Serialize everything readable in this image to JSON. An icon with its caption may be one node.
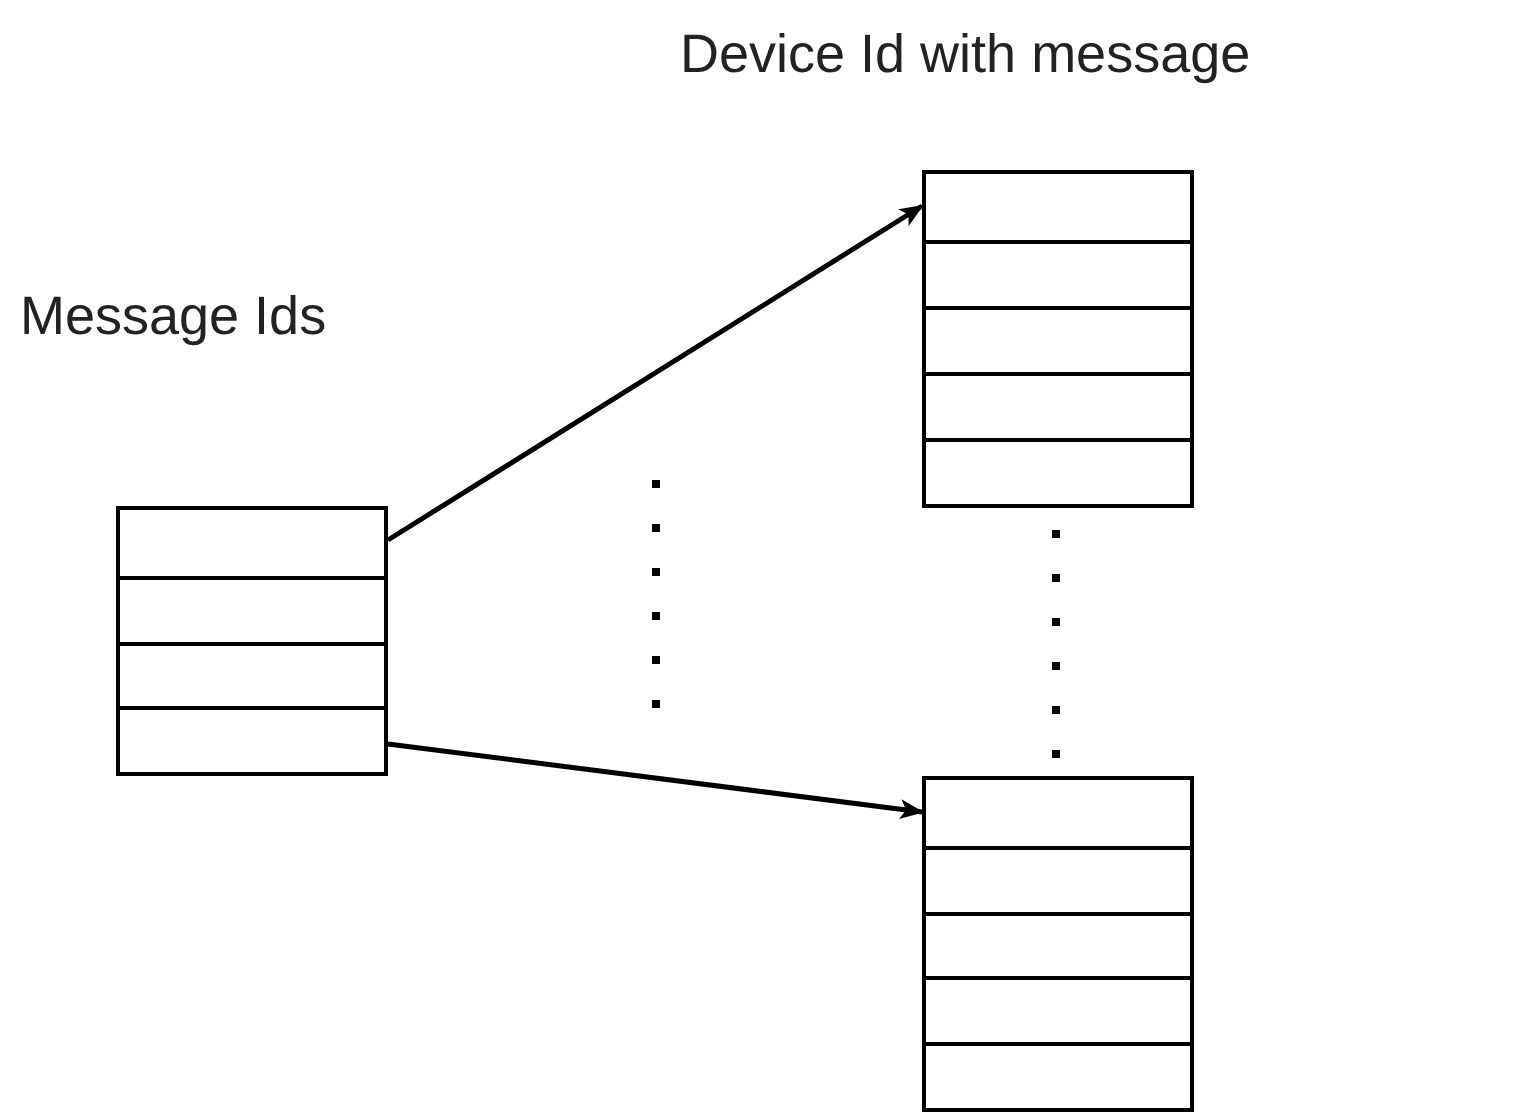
{
  "diagram": {
    "nodes": [
      {
        "text": [
          "Message Ids"
        ]
      },
      {
        "text": [
          "Device Id with message"
        ]
      },
      {
        "text": [],
        "shape": "box"
      }
    ],
    "edges": [
      {
        "from": 0,
        "to": 1,
        "arrow": "to"
      },
      {
        "from": 0,
        "to": 2,
        "arrow": "to"
      }
    ]
  }
}
